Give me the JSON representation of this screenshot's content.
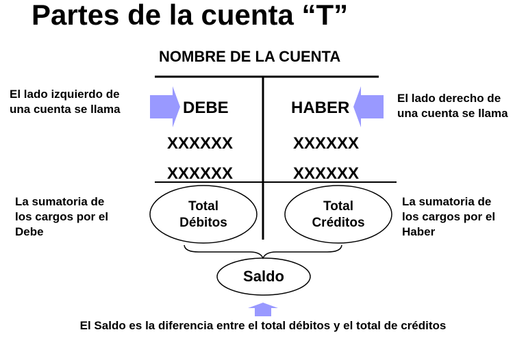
{
  "title": "Partes de la cuenta “T”",
  "account": {
    "name": "NOMBRE  DE LA CUENTA",
    "left_column": {
      "header": "DEBE",
      "entries": [
        "XXXXXX",
        "XXXXXX"
      ],
      "total_line1": "Total",
      "total_line2": "Débitos"
    },
    "right_column": {
      "header": "HABER",
      "entries": [
        "XXXXXX",
        "XXXXXX"
      ],
      "total_line1": "Total",
      "total_line2": "Créditos"
    },
    "balance": "Saldo"
  },
  "annotations": {
    "left_side": [
      "El lado izquierdo de",
      "una cuenta se llama"
    ],
    "right_side": [
      "El lado derecho de",
      "una cuenta se llama"
    ],
    "left_sum": [
      "La sumatoria de",
      "los cargos por el",
      "Debe"
    ],
    "right_sum": [
      "La sumatoria de",
      "los cargos por el",
      "Haber"
    ],
    "balance_note": "El Saldo es la diferencia entre el total débitos y el total de créditos"
  },
  "colors": {
    "arrow": "#9999ff",
    "lines": "#000000",
    "background": "#ffffff"
  }
}
